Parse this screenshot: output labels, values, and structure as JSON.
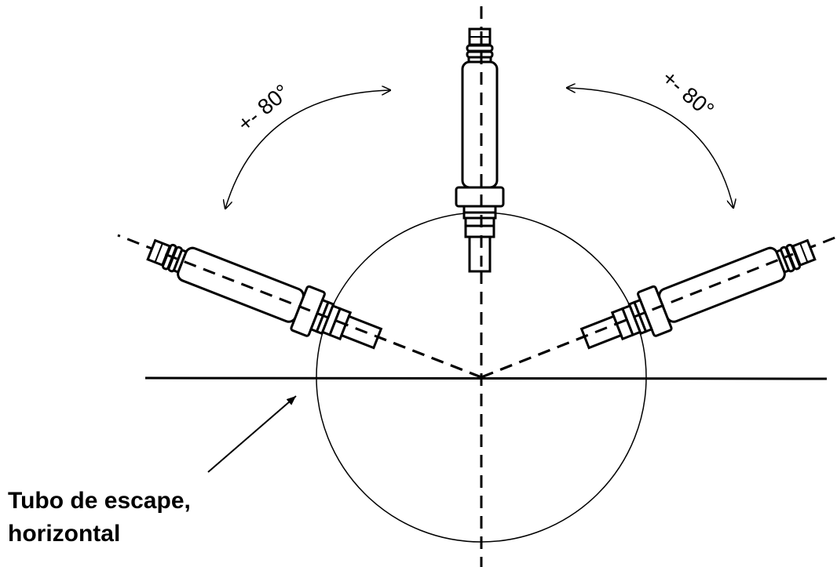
{
  "angle_left": "+- 80°",
  "angle_right": "+- 80°",
  "caption": {
    "line1": "Tubo de escape,",
    "line2": "horizontal"
  }
}
